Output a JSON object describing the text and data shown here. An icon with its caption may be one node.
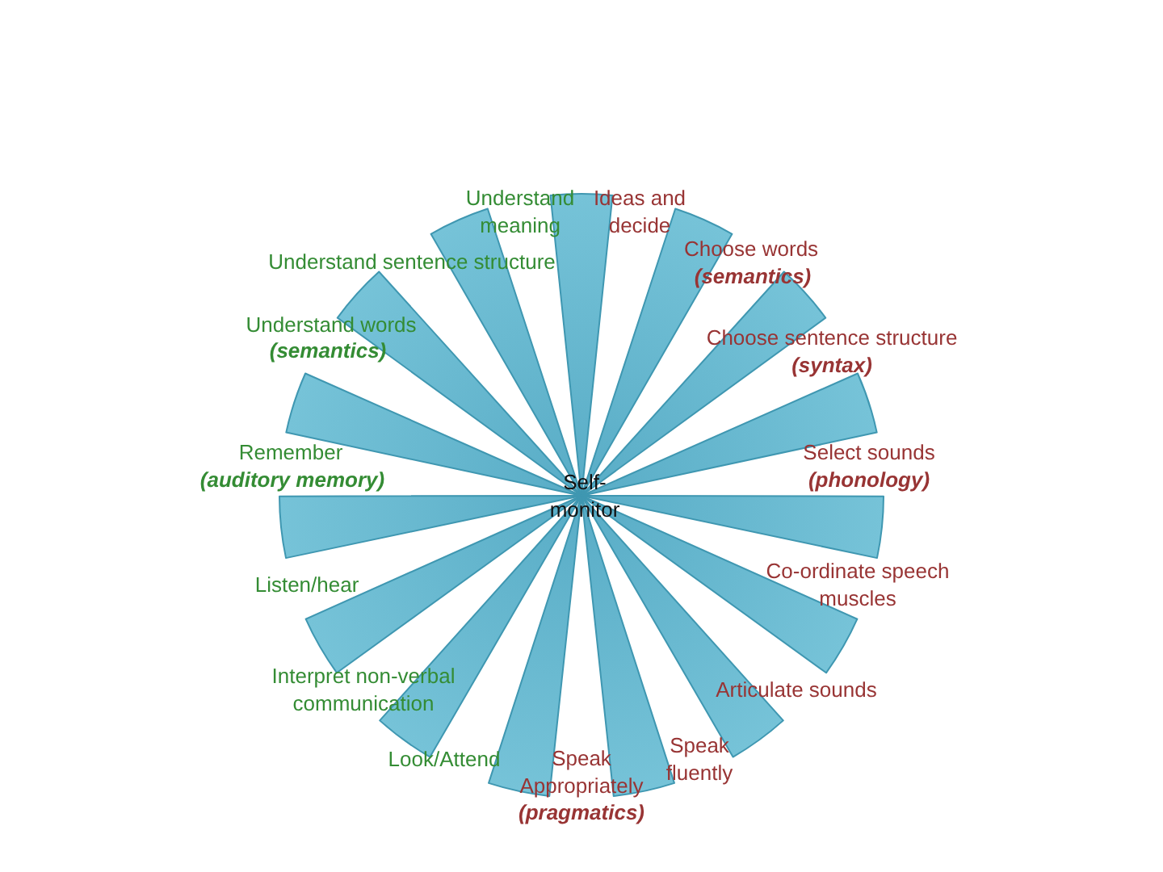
{
  "diagram": {
    "labels": [
      "Understand meaning",
      "Ideas and decide",
      "Understand sentence structure",
      "Choose words",
      "(semantics)",
      "Understand words",
      "(semantics)",
      "Choose sentence structure",
      "(syntax)",
      "Remember",
      "(auditory memory)",
      "Select sounds",
      "(phonology)",
      "Self-monitor",
      "Co-ordinate speech muscles",
      "Listen/hear",
      "Interpret non-verbal communication",
      "Articulate sounds",
      "Look/Attend",
      "Speak Appropriately",
      "(pragmatics)",
      "Speak fluently"
    ]
  }
}
